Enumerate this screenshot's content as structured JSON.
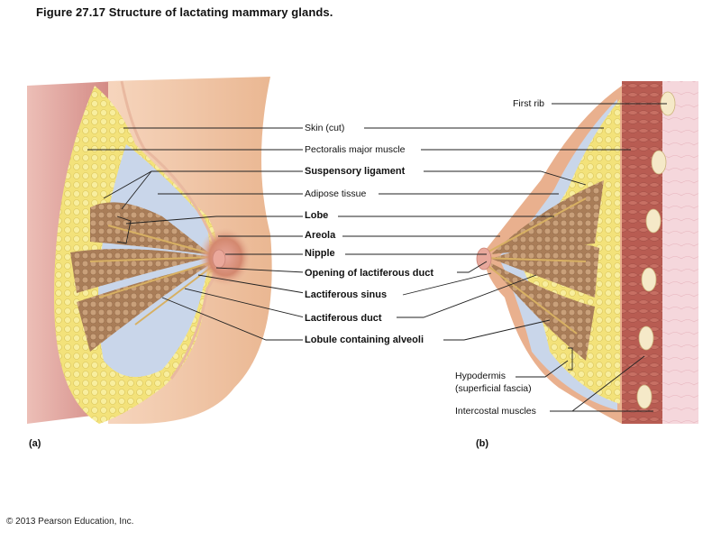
{
  "figure": {
    "title": "Figure 27.17  Structure of lactating mammary glands.",
    "copyright": "© 2013 Pearson Education, Inc."
  },
  "panels": {
    "a": "(a)",
    "b": "(b)"
  },
  "center_labels": [
    {
      "text": "Skin (cut)",
      "bold": false
    },
    {
      "text": "Pectoralis major muscle",
      "bold": false
    },
    {
      "text": "Suspensory ligament",
      "bold": true
    },
    {
      "text": "Adipose tissue",
      "bold": false
    },
    {
      "text": "Lobe",
      "bold": true
    },
    {
      "text": "Areola",
      "bold": true
    },
    {
      "text": "Nipple",
      "bold": true
    },
    {
      "text": "Opening of lactiferous duct",
      "bold": true
    },
    {
      "text": "Lactiferous sinus",
      "bold": true
    },
    {
      "text": "Lactiferous duct",
      "bold": true
    },
    {
      "text": "Lobule containing alveoli",
      "bold": true
    }
  ],
  "right_labels": {
    "first_rib": "First rib",
    "hypodermis_1": "Hypodermis",
    "hypodermis_2": "(superficial fascia)",
    "intercostal": "Intercostal muscles"
  },
  "colors": {
    "skin": "#f2c7a6",
    "skin_dark": "#d99a78",
    "muscle": "#c9706a",
    "fat": "#f3e27a",
    "fascia": "#c9d6ea",
    "lobe": "#b58a63",
    "duct": "#d7b063",
    "leader": "#222222"
  }
}
